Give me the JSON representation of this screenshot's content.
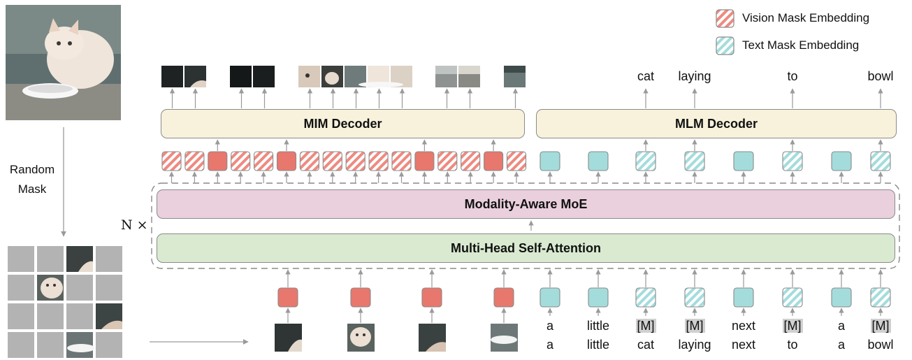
{
  "legend": {
    "vision_mask": "Vision Mask Embedding",
    "text_mask": "Text Mask Embedding"
  },
  "labels": {
    "random_mask": "Random\nMask",
    "n_times": "N ×",
    "mim_decoder": "MIM Decoder",
    "mlm_decoder": "MLM Decoder",
    "moe": "Modality-Aware MoE",
    "mhsa": "Multi-Head Self-Attention"
  },
  "mlm_outputs": [
    "cat",
    "laying",
    "",
    "to",
    "bowl"
  ],
  "text_tokens": [
    {
      "input": "a",
      "target": "a",
      "masked": false
    },
    {
      "input": "little",
      "target": "little",
      "masked": false
    },
    {
      "input": "[M]",
      "target": "cat",
      "masked": true
    },
    {
      "input": "[M]",
      "target": "laying",
      "masked": true
    },
    {
      "input": "next",
      "target": "next",
      "masked": false
    },
    {
      "input": "[M]",
      "target": "to",
      "masked": true
    },
    {
      "input": "a",
      "target": "a",
      "masked": false
    },
    {
      "input": "[M]",
      "target": "bowl",
      "masked": true
    }
  ],
  "vision_tokens": [
    "mask",
    "mask",
    "visible",
    "mask",
    "mask",
    "visible",
    "mask",
    "mask",
    "mask",
    "mask",
    "mask",
    "visible",
    "mask",
    "mask",
    "visible",
    "mask"
  ],
  "colors": {
    "vision": "#e8776d",
    "text": "#a4dcdc",
    "mim_fill": "#f8f2dc",
    "moe_fill": "#ead0dd",
    "mhsa_fill": "#d9ead0"
  }
}
